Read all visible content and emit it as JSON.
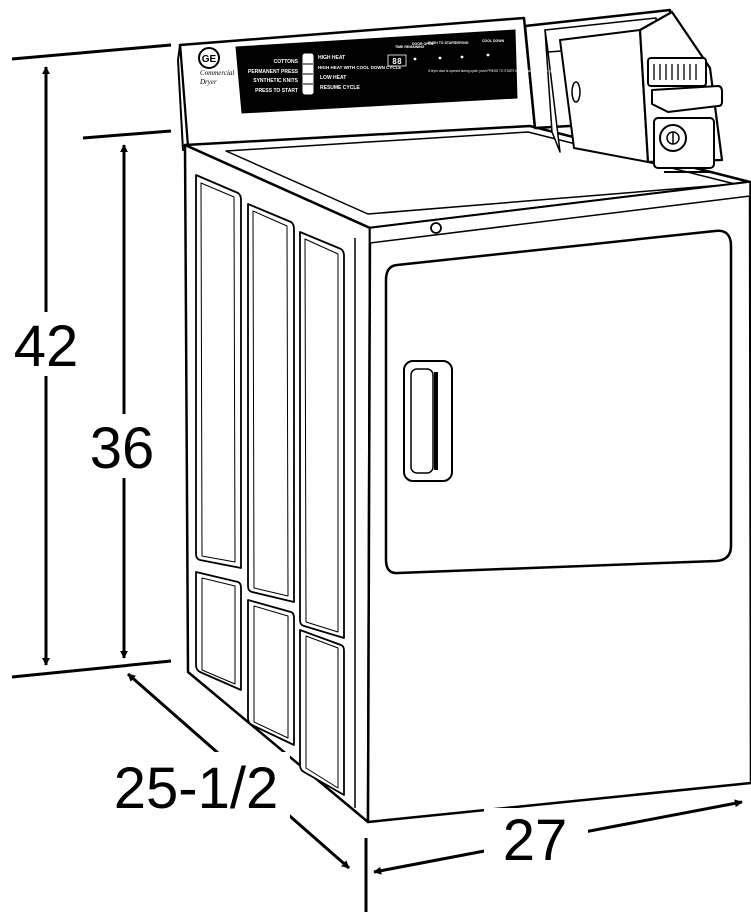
{
  "dimensions": {
    "total_height": "42",
    "cabinet_height": "36",
    "depth": "25-1/2",
    "width": "27"
  },
  "control_panel": {
    "brand": "GE",
    "product_line": "Commercial",
    "product_type": "Dryer",
    "cycles": [
      "COTTONS",
      "PERMANENT PRESS",
      "SYNTHETIC KNITS",
      "PRESS TO START"
    ],
    "heat_options": [
      "HIGH HEAT",
      "HIGH HEAT WITH COOL DOWN CYCLE",
      "LOW HEAT",
      "RESUME CYCLE"
    ],
    "status_labels": [
      "TIME REMAINING",
      "DOOR OPEN",
      "PUSH TO START",
      "DRYING",
      "COOL DOWN"
    ],
    "display_value": "88",
    "instruction": "If dryer door is opened during cycle, push PRESS TO START button again to resume cycle"
  },
  "colors": {
    "line": "#000000",
    "background": "#ffffff",
    "panel": "#000000"
  }
}
